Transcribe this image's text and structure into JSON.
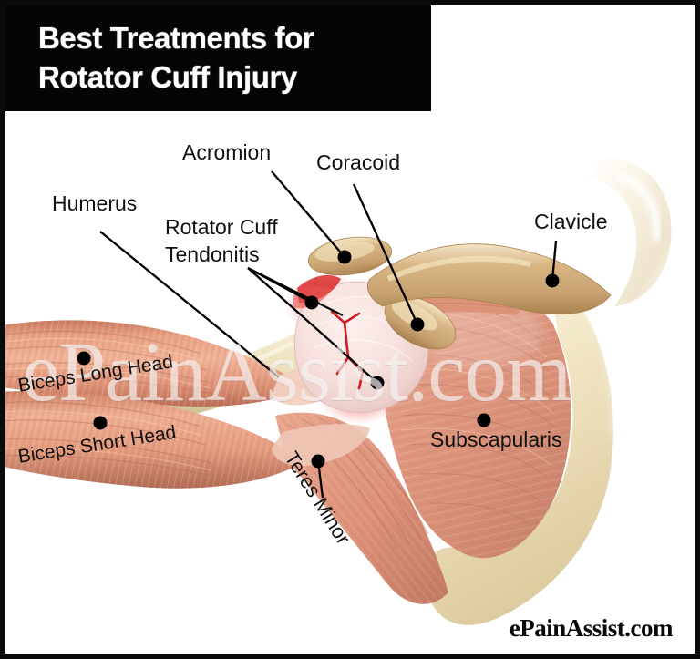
{
  "banner": {
    "line1": "Best Treatments for",
    "line2": "Rotator Cuff Injury",
    "background": "#050505",
    "text_color": "#ffffff"
  },
  "watermark": {
    "text": "ePainAssist.com"
  },
  "footer": {
    "brand": "ePainAssist.com"
  },
  "figure": {
    "subject": "shoulder-anatomy-rotator-cuff",
    "palette": {
      "muscle_light": "#e8a183",
      "muscle_mid": "#d98f74",
      "muscle_dark": "#b56e58",
      "bone_cream": "#efe4c3",
      "bone_tan": "#cfae7c",
      "bone_white": "#f7f2e6",
      "cartilage": "#f6dfdc",
      "inflammation": "#d8202a",
      "leader_line": "#000000"
    }
  },
  "labels": [
    {
      "id": "humerus",
      "text": "Humerus"
    },
    {
      "id": "acromion",
      "text": "Acromion"
    },
    {
      "id": "coracoid",
      "text": "Coracoid"
    },
    {
      "id": "clavicle",
      "text": "Clavicle"
    },
    {
      "id": "rotator-cuff-tendonitis",
      "text": "Rotator Cuff Tendonitis"
    },
    {
      "id": "biceps-long-head",
      "text": "Biceps Long Head"
    },
    {
      "id": "biceps-short-head",
      "text": "Biceps Short Head"
    },
    {
      "id": "teres-minor",
      "text": "Teres Minor"
    },
    {
      "id": "subscapularis",
      "text": "Subscapularis"
    }
  ]
}
